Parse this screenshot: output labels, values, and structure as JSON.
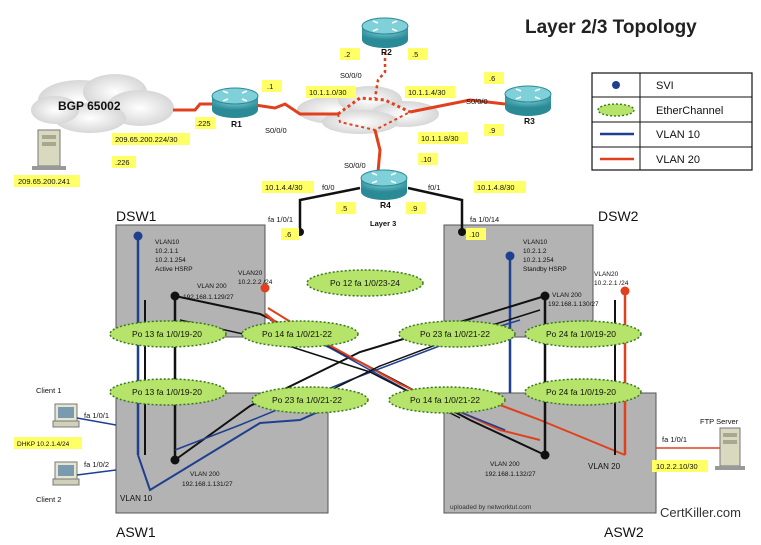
{
  "title": "Layer 2/3 Topology",
  "watermark": "CertKiller.com",
  "uploaded_by": "uploaded by networktut.com",
  "legend": {
    "items": [
      {
        "icon": "svi-dot-icon",
        "label": "SVI"
      },
      {
        "icon": "etherchannel-ellipse-icon",
        "label": "EtherChannel"
      },
      {
        "icon": "vlan10-line-icon",
        "label": "VLAN 10",
        "color": "#1f3f8f"
      },
      {
        "icon": "vlan20-line-icon",
        "label": "VLAN  20",
        "color": "#e0401c"
      }
    ]
  },
  "colors": {
    "vlan10": "#1f3f8f",
    "vlan20": "#e0401c",
    "serial": "#e0401c",
    "etherchannel": "#b6e36a",
    "switch_box": "#b3b3b3",
    "label_bg": "#ffff66"
  },
  "bgp": {
    "cloud_label": "BGP 65002",
    "server_ip": "209.65.200.241",
    "link_subnet": "209.65.200.224/30",
    "r1_side": ".225",
    "server_side": ".226"
  },
  "routers": {
    "r1": {
      "name": "R1",
      "ip_label": ".1",
      "iface": "S0/0/0"
    },
    "r2": {
      "name": "R2",
      "left_ip": ".2",
      "right_ip": ".5",
      "iface": "S0/0/0"
    },
    "r3": {
      "name": "R3",
      "top_ip": ".6",
      "bottom_ip": ".9",
      "iface": "S0/0/0"
    },
    "r4": {
      "name": "R4",
      "iface_serial": "S0/0/0",
      "iface_left": "f0/0",
      "iface_right": "f0/1",
      "left_ip": ".5",
      "right_ip": ".9",
      "top_ip": ".10",
      "layer": "Layer 3"
    }
  },
  "subnets": {
    "r1_r2": "10.1.1.0/30",
    "r2_r3": "10.1.1.4/30",
    "r3_r4": "10.1.1.8/30",
    "r4_dsw1": "10.1.4.4/30",
    "r4_dsw2": "10.1.4.8/30"
  },
  "dsw1": {
    "name": "DSW1",
    "uplink_port": "fa 1/0/1",
    "uplink_ip": ".6",
    "vlan10": [
      "VLAN10",
      "10.2.1.1",
      "10.2.1.254",
      "Active HSRP"
    ],
    "vlan20": [
      "VLAN20",
      "10.2.2.2 /24"
    ],
    "vlan200": [
      "VLAN 200",
      "192.168.1.129/27"
    ]
  },
  "dsw2": {
    "name": "DSW2",
    "uplink_port": "fa 1/0/14",
    "uplink_ip": ".10",
    "vlan10": [
      "VLAN10",
      "10.2.1.2",
      "10.2.1.254",
      "Standby HSRP"
    ],
    "vlan20": [
      "VLAN20",
      "10.2.2.1 /24"
    ],
    "vlan200": [
      "VLAN 200",
      "192.168.1.130/27"
    ]
  },
  "asw1": {
    "name": "ASW1",
    "vlan200": [
      "VLAN 200",
      "192.168.1.131/27"
    ],
    "vlan10": "VLAN 10"
  },
  "asw2": {
    "name": "ASW2",
    "vlan200": [
      "VLAN 200",
      "192.168.1.132/27"
    ],
    "vlan20": "VLAN 20"
  },
  "etherchannels": {
    "po12": "Po 12  fa 1/0/23-24",
    "po13_top": "Po 13  fa 1/0/19-20",
    "po14_top": "Po 14  fa 1/0/21-22",
    "po23_top": "Po 23  fa 1/0/21-22",
    "po24_top": "Po 24  fa 1/0/19-20",
    "po13_bot": "Po 13  fa 1/0/19-20",
    "po23_bot": "Po 23  fa 1/0/21-22",
    "po14_bot": "Po 14  fa 1/0/21-22",
    "po24_bot": "Po 24  fa 1/0/19-20"
  },
  "clients": {
    "client1": {
      "name": "Client 1",
      "port": "fa 1/0/1",
      "dhcp": "DHKP 10.2.1.4/24"
    },
    "client2": {
      "name": "Client 2",
      "port": "fa 1/0/2"
    }
  },
  "ftp": {
    "name": "FTP Server",
    "port": "fa 1/0/1",
    "ip": "10.2.2.10/30"
  }
}
